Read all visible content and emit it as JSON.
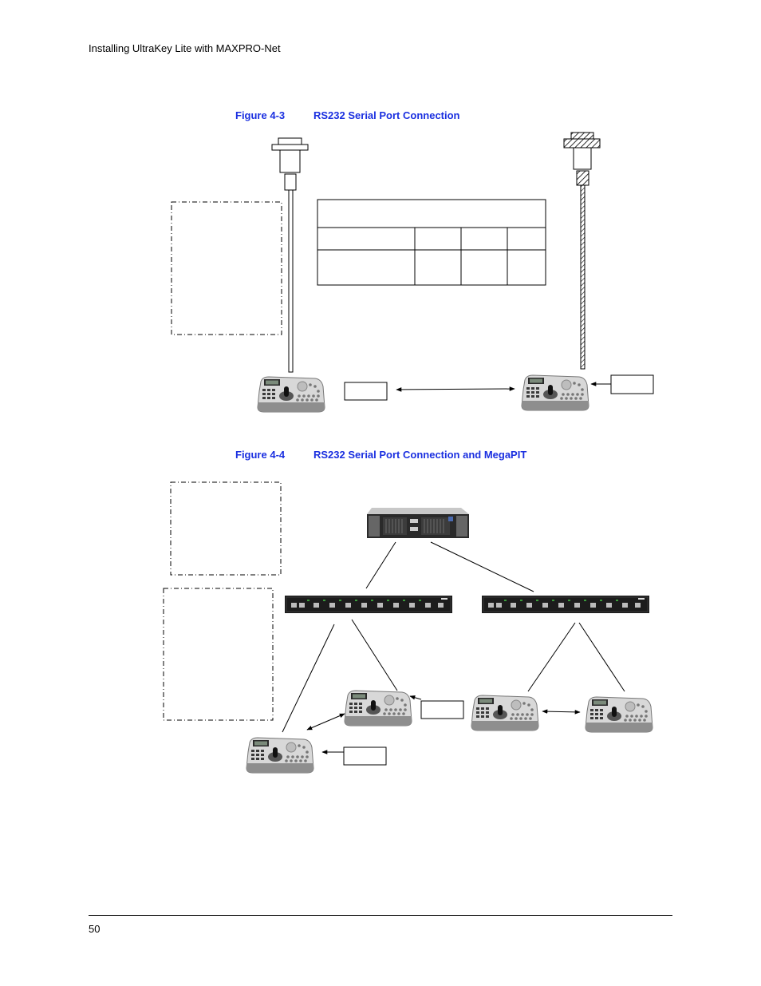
{
  "header": {
    "running_title": "Installing UltraKey Lite with MAXPRO-Net"
  },
  "figure_3": {
    "number": "Figure 4-3",
    "title": "RS232 Serial Port Connection"
  },
  "figure_4": {
    "number": "Figure 4-4",
    "title": "RS232 Serial Port Connection and MegaPIT"
  },
  "footer": {
    "page_number": "50"
  }
}
